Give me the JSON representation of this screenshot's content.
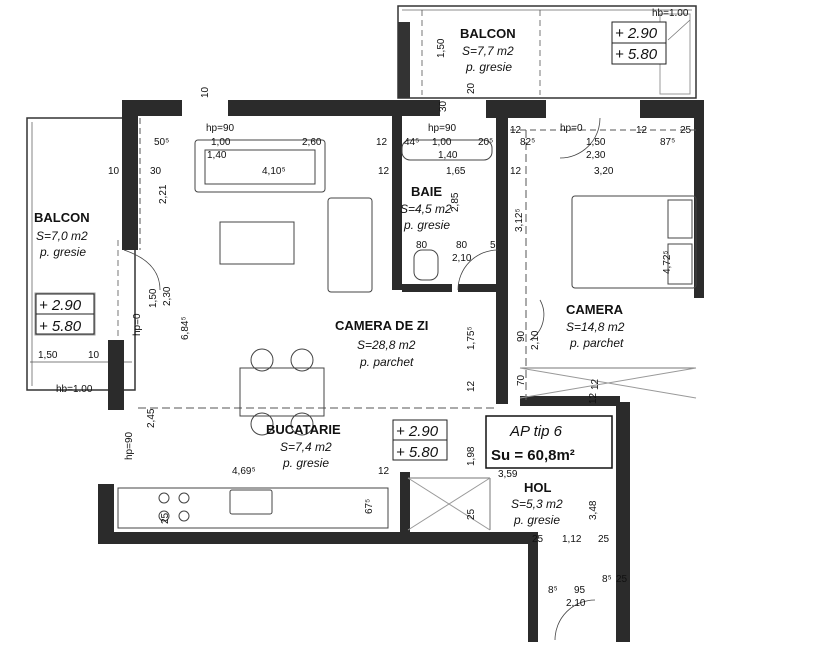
{
  "rooms": {
    "balcon_top": {
      "name": "BALCON",
      "area": "S=7,7 m2",
      "floor": "p. gresie"
    },
    "balcon_left": {
      "name": "BALCON",
      "area": "S=7,0 m2",
      "floor": "p. gresie"
    },
    "baie": {
      "name": "BAIE",
      "area": "S=4,5 m2",
      "floor": "p. gresie"
    },
    "camera": {
      "name": "CAMERA",
      "area": "S=14,8 m2",
      "floor": "p. parchet"
    },
    "camera_de_zi": {
      "name": "CAMERA DE ZI",
      "area": "S=28,8 m2",
      "floor": "p. parchet"
    },
    "bucatarie": {
      "name": "BUCATARIE",
      "area": "S=7,4 m2",
      "floor": "p. gresie"
    },
    "hol": {
      "name": "HOL",
      "area": "S=5,3 m2",
      "floor": "p. gresie"
    }
  },
  "window_tags": {
    "top": [
      "+ 2.90",
      "+ 5.80"
    ],
    "left": [
      "+ 2.90",
      "+ 5.80"
    ],
    "kitchen": [
      "+ 2.90",
      "+ 5.80"
    ]
  },
  "apartment": {
    "type": "AP tip 6",
    "su": "Su = 60,8m²"
  },
  "dimensions": {
    "hb_top": "hb=1.00",
    "hb_left": "hb=1.00",
    "d150_top": "1,50",
    "d10a": "10",
    "d30a": "30",
    "d20": "20",
    "hp90a": "hp=90",
    "hp90b": "hp=90",
    "hp0a": "hp=0",
    "hp0b": "hp=0",
    "hp90c": "hp=90",
    "d505": "50⁵",
    "d100a": "1,00",
    "d140a": "1,40",
    "d260": "2,60",
    "d12a": "12",
    "d445": "44⁵",
    "d100b": "1,00",
    "d205": "20⁵",
    "d140b": "1,40",
    "d12b": "12",
    "d825": "82⁵",
    "d150b": "1,50",
    "d12c": "12",
    "d875": "87⁵",
    "d25a": "25",
    "d230": "2,30",
    "d10b": "10",
    "d30b": "30",
    "d4105": "4,10⁵",
    "d12d": "12",
    "d165": "1,65",
    "d12e": "12",
    "d320": "3,20",
    "d221": "2,21",
    "d285": "2,85",
    "d3125": "3,12⁵",
    "d80a": "80",
    "d80b": "80",
    "d210a": "2,10",
    "d5": "5",
    "d4725": "4,72⁵",
    "d150c": "1,50",
    "d230b": "2,30",
    "d6845": "6,84⁵",
    "d90": "90",
    "d210b": "2,10",
    "d1755": "1,75⁵",
    "d150d": "1,50",
    "d10c": "10",
    "d70": "70",
    "d12f": "12",
    "d12g": "12",
    "d12h": "12",
    "d245": "2,45",
    "d4695": "4,69⁵",
    "d12i": "12",
    "d198": "1,98",
    "d359": "3,59",
    "d675": "67⁵",
    "d25b": "25",
    "d25c": "25",
    "d348": "3,48",
    "d25d": "25",
    "d112": "1,12",
    "d25e": "25",
    "d85a": "8⁵",
    "d95": "95",
    "d85b": "8⁵",
    "d25f": "25",
    "d210c": "2,10"
  }
}
